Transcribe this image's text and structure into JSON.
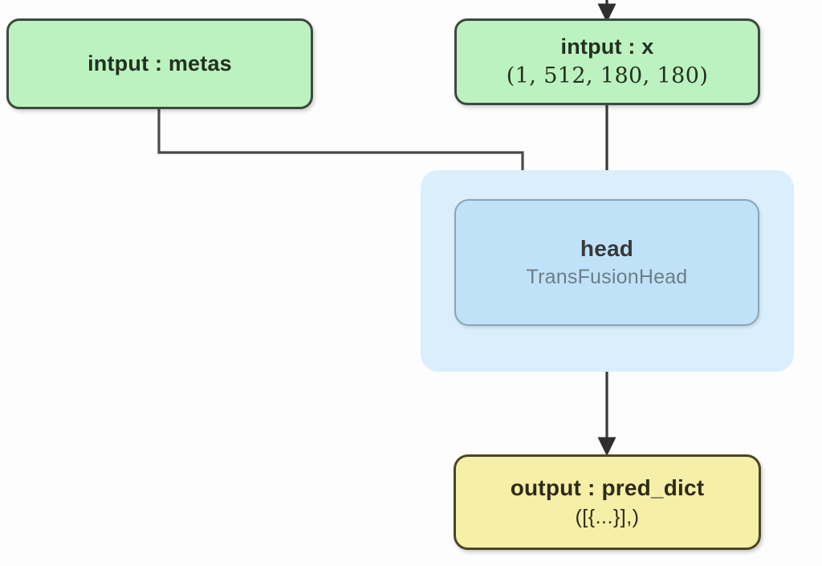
{
  "diagram": {
    "background_color": "#fdfdfd",
    "nodes": {
      "input_metas": {
        "title": "intput : metas",
        "shape": "",
        "fill_color": "#bcf2c0",
        "border_color": "#3c4a3f"
      },
      "input_x": {
        "title": "intput : x",
        "shape": "(1, 512,  180, 180)",
        "fill_color": "#bcf2c0",
        "border_color": "#3c4a3f"
      },
      "head": {
        "title": "head",
        "subtitle": "TransFusionHead",
        "fill_color": "#bfe2f8",
        "border_color": "#8aa4b4",
        "cluster_color": "#daeefb"
      },
      "output_pred_dict": {
        "title": "output : pred_dict",
        "shape": "([{...}],)",
        "fill_color": "#f5efa8",
        "border_color": "#4a4628"
      }
    },
    "edges": [
      {
        "name": "edge-top-into-input-x",
        "from": "",
        "to": "input_x"
      },
      {
        "name": "edge-input-metas-to-head",
        "from": "input_metas",
        "to": "head"
      },
      {
        "name": "edge-input-x-to-head",
        "from": "input_x",
        "to": "head"
      },
      {
        "name": "edge-head-to-output",
        "from": "head",
        "to": "output_pred_dict"
      }
    ],
    "edge_color": "#3a3a3a"
  }
}
